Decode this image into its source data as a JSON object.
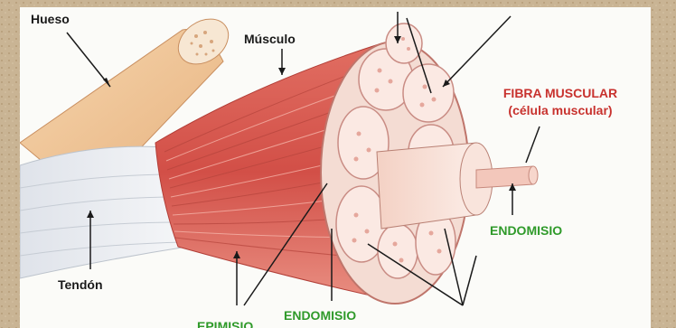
{
  "labels": {
    "hueso": "Hueso",
    "musculo": "Músculo",
    "tendon": "Tendón",
    "fibra_line1": "FIBRA MUSCULAR",
    "fibra_line2": "(célula muscular)",
    "endomisio_right": "ENDOMISIO",
    "endomisio_bottom": "ENDOMISIO",
    "epimisio": "EPIMISIO"
  },
  "colors": {
    "frame": "#c9b494",
    "panel": "#fbfbf8",
    "muscle": "#d9554d",
    "muscle_light": "#ef9a8c",
    "bone": "#f1c79a",
    "tendon": "#e3e6ea",
    "fascicle": "#f7d8cf",
    "label_green": "#2f9a2a",
    "label_red": "#c8322e"
  }
}
